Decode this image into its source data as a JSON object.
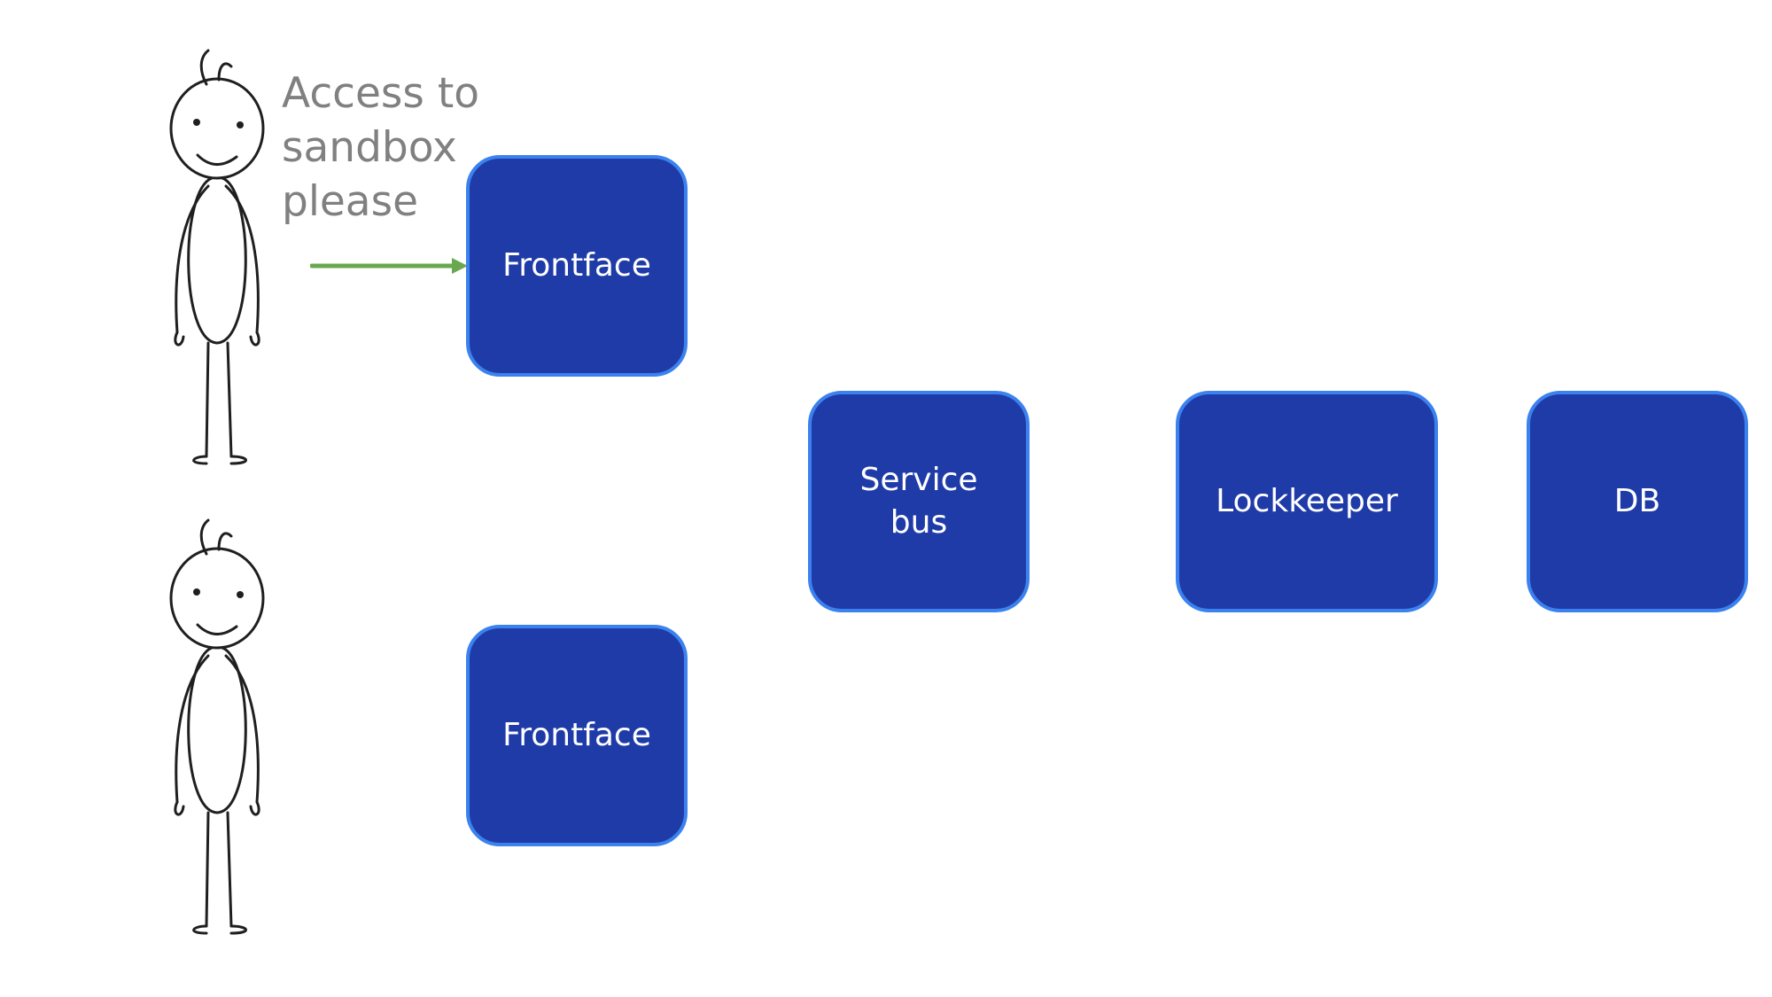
{
  "speech_text": "Access to\nsandbox\nplease",
  "arrow_color": "#6aa84f",
  "node_fill": "#1f3ba8",
  "node_border": "#3b82ef",
  "nodes": {
    "frontface_top": "Frontface",
    "frontface_bottom": "Frontface",
    "service_bus": "Service\nbus",
    "lockkeeper": "Lockkeeper",
    "db": "DB"
  }
}
